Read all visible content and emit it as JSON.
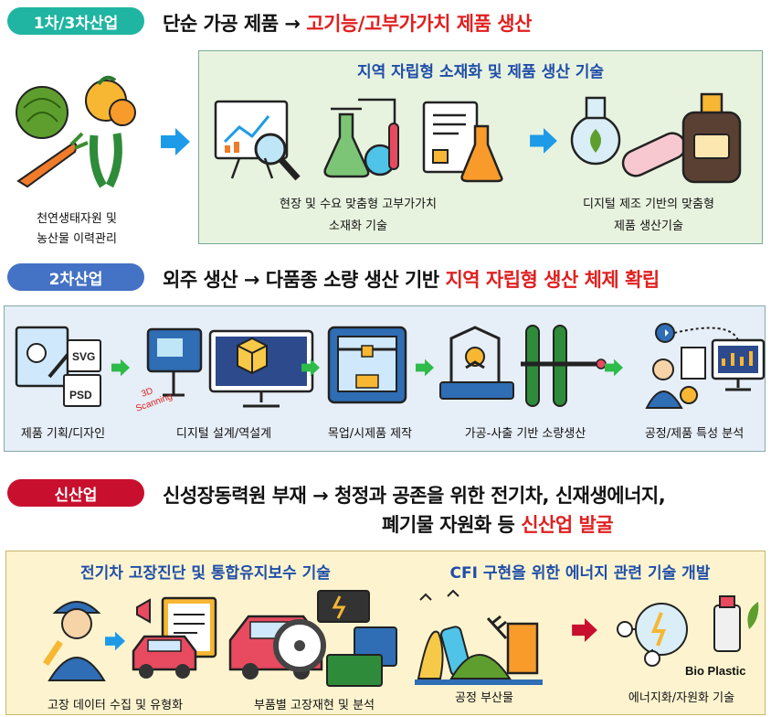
{
  "colors": {
    "teal": "#1fb5a2",
    "blue": "#4472c4",
    "red": "#c8102e",
    "highlight": "#e02020",
    "green_box": "#e8f3df",
    "blue_box": "#e6eef7",
    "yellow_box": "#fdf4cf"
  },
  "sec1": {
    "pill": "1차/3차산업",
    "heading_plain": "단순 가공 제품 → ",
    "heading_highlight": "고기능/고부가가치 제품 생산",
    "left_label_1": "천연생태자원 및",
    "left_label_2": "농산물 이력관리",
    "box_title": "지역 자립형 소재화 및 제품 생산 기술",
    "item1_line1": "현장 및 수요 맞춤형 고부가가치",
    "item1_line2": "소재화 기술",
    "item2_line1": "디지털 제조 기반의 맞춤형",
    "item2_line2": "제품 생산기술"
  },
  "sec2": {
    "pill": "2차산업",
    "heading_plain": "외주 생산 → 다품종 소량 생산 기반 ",
    "heading_highlight": "지역 자립형 생산 체제 확립",
    "steps": [
      "제품 기획/디자인",
      "디지털 설계/역설계",
      "목업/시제품 제작",
      "가공-사출 기반 소량생산",
      "공정/제품 특성 분석"
    ],
    "icon_text_svg": "SVG",
    "icon_text_psd": "PSD",
    "icon_text_3d": "3D",
    "icon_text_scanning": "Scanning"
  },
  "sec3": {
    "pill": "신산업",
    "heading_line1": "신성장동력원 부재 → 청정과 공존을 위한 전기차, 신재생에너지,",
    "heading_line2_plain": "폐기물 자원화 등 ",
    "heading_line2_highlight": "신산업 발굴",
    "box_title_left": "전기차 고장진단 및 통합유지보수 기술",
    "box_title_right": "CFI 구현을 위한 에너지 관련 기술 개발",
    "items": [
      "고장 데이터 수집 및 유형화",
      "부품별 고장재현 및 분석",
      "공정 부산물",
      "에너지화/자원화 기술"
    ],
    "bio_plastic": "Bio Plastic"
  }
}
